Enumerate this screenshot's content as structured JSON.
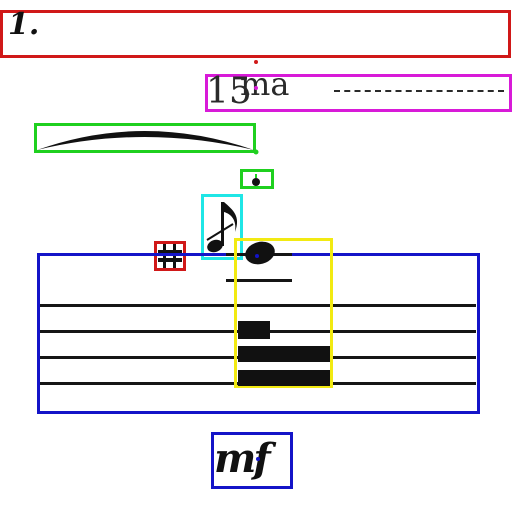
{
  "fingering": {
    "text": "1."
  },
  "ottava": {
    "number": "15",
    "suffix": "ma"
  },
  "dynamic": {
    "text": "mf"
  },
  "icons": {
    "slur": "slur-curve",
    "staccato": "staccato-dot",
    "grace_note": "eighth-grace-note",
    "accidental": "sharp-accidental",
    "notehead": "filled-notehead"
  },
  "colors": {
    "box_red": "#d01818",
    "box_magenta": "#d81ad8",
    "box_green": "#1fd01f",
    "box_cyan": "#1fe6e6",
    "box_yellow": "#f2ea12",
    "box_blue": "#1414c8",
    "ink": "#111111"
  }
}
